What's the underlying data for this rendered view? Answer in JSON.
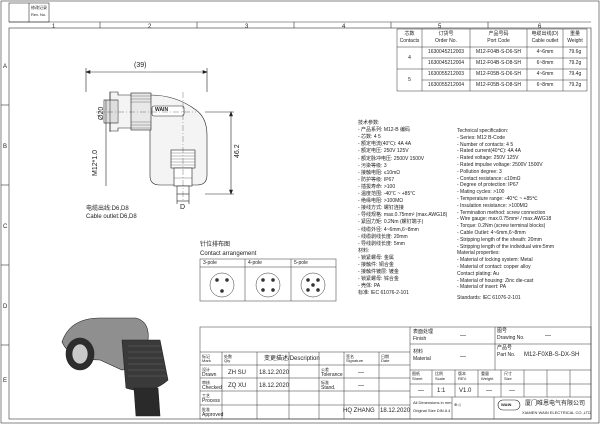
{
  "frame": {
    "top_ruler": [
      "1",
      "2",
      "3",
      "4",
      "5",
      "6"
    ],
    "side_ruler": [
      "A",
      "B",
      "C",
      "D",
      "E"
    ],
    "rev_label": "修改记录",
    "rev_label_en": "Rev. No."
  },
  "spec_table": {
    "headers": [
      {
        "cn": "芯数",
        "en": "Contacts"
      },
      {
        "cn": "订货号",
        "en": "Order No."
      },
      {
        "cn": "产品号码",
        "en": "Port Code"
      },
      {
        "cn": "电缆出线(D)",
        "en": "Cable outlet"
      },
      {
        "cn": "重量",
        "en": "Weight"
      }
    ],
    "groups": [
      {
        "contacts": "4",
        "rows": [
          {
            "order": "1630045212003",
            "code": "M12-F04B-S-D6-SH",
            "outlet": "4~6mm",
            "weight": "79.6g"
          },
          {
            "order": "1630045212004",
            "code": "M12-F04B-S-D8-SH",
            "outlet": "6~8mm",
            "weight": "79.2g"
          }
        ]
      },
      {
        "contacts": "5",
        "rows": [
          {
            "order": "1630055212003",
            "code": "M12-F05B-S-D6-SH",
            "outlet": "4~6mm",
            "weight": "79.4g"
          },
          {
            "order": "1630055212004",
            "code": "M12-F05B-S-D8-SH",
            "outlet": "6~8mm",
            "weight": "79.2g"
          }
        ]
      }
    ]
  },
  "drawing": {
    "dim_39": "(39)",
    "dim_20": "Ø20",
    "dim_thread": "M12*1.0",
    "dim_46": "46.2",
    "dim_d": "D",
    "outlet_cn": "电缆出线:D6,D8",
    "outlet_en": "Cable outlet:D6,D8",
    "logo_text": "WAIN"
  },
  "contact_arrangement": {
    "title_cn": "针位排布图",
    "title_en": "Contact arrangement",
    "poles": [
      "3-pole",
      "4-pole",
      "5-pole"
    ]
  },
  "spec_cn": [
    "技术参数:",
    "- 产品系列: M12-B 编码",
    "- 芯数:                    4        5",
    "- 额定电流(40℃):          4A       4A",
    "- 额定电压:            250V    125V",
    "- 额定脉冲电压:       2500V  1500V",
    "- 污染等级: 3",
    "- 接触电阻: ≤10mΩ",
    "- 防护等级: IP67",
    "- 插拔寿命: >100",
    "- 温度范围: -40℃ ~ +85℃",
    "- 绝缘电阻: >100MΩ",
    "- 接线方式: 螺钉连接",
    "- 导线规格: max.0.75mm² (max.AWG18)",
    "- 紧固力矩: 0.2Nm (螺钉端子)",
    "- 线缆外径: 4~6mm,6~8mm",
    "- 线缆剥线长度: 20mm",
    "- 导线剥线长度: 5mm",
    "材料:",
    "- 锁紧螺母: 金属",
    "- 接触件: 铜合金",
    "- 接触件镀层: 镀金",
    "- 锁紧螺母: 锌合金",
    "- 壳体: PA",
    "标准: IEC 61076-2-101"
  ],
  "spec_en": [
    "Technical specification:",
    "- Series: M12 B-Code",
    "- Number of contacts:          4          5",
    "- Rated current(40℃):        4A         4A",
    "- Rated voltage:             250V      125V",
    "- Rated impulse voltage:  2500V    1500V",
    "- Pollution degree: 3",
    "- Contact resistance: ≤10mΩ",
    "- Degree of protection: IP67",
    "- Mating cycles: >100",
    "- Temperature range: -40℃ ~ +85℃",
    "- Insulation resistance: >100MΩ",
    "- Termination method: screw connection",
    "- Wire gauge: max.0.75mm² / max.AWG18",
    "- Torque: 0.2Nm (screw terminal blocks)",
    "- Cable Outlet: 4~6mm,6~8mm",
    "- Stripping length of the sheath: 20mm",
    "- Stripping length of the individual wire:5mm",
    "Material properties:",
    "- Material of locking system: Metal",
    "- Material of contact: copper alloy",
    "  Contact plating: Au",
    "- Material of housing: Zinc die-cast",
    "- Material of insert: PA"
  ],
  "standards_en": "Standards: IEC 61076-2-101",
  "title_block": {
    "finish_cn": "表面处理",
    "finish_en": "Finish",
    "finish_val": "—",
    "material_cn": "材料",
    "material_en": "Material",
    "material_val": "—",
    "drawing_no_cn": "图号",
    "drawing_no_en": "Drawing No.",
    "drawing_no_val": "—",
    "part_no_cn": "产品号",
    "part_no_en": "Part No.",
    "part_no_val": "M12-F0XB-S-DX-SH",
    "mark_cn": "标记",
    "mark_en": "Mark",
    "qty_cn": "处数",
    "qty_en": "Qty",
    "desc_cn": "变更描述",
    "desc_en": "Description",
    "sign_cn": "签名",
    "sign_en": "Signature",
    "date_cn": "日期",
    "date_en": "Date",
    "tol_cn": "公差",
    "tol_en": "Tolerance",
    "tol_val": "—",
    "sheet_cn": "图纸",
    "sheet_en": "Sheet",
    "sheet_val": "—",
    "scale_cn": "比例",
    "scale_en": "Scale",
    "scale_val": "1:1",
    "rev_cn": "版本",
    "rev_en": "REV.",
    "rev_val": "V1.0",
    "weight_cn": "重量",
    "weight_en": "Weight",
    "weight_val": "—",
    "size_cn": "尺寸",
    "size_en": "Size",
    "size_val": "—",
    "drawn_cn": "设计",
    "drawn_en": "Drawn",
    "drawn_name": "ZH  SU",
    "drawn_date": "18.12.2020",
    "checked_cn": "审核",
    "checked_en": "Checked",
    "checked_name": "ZQ  XU",
    "checked_date": "18.12.2020",
    "stand_cn": "标准",
    "stand_en": "Stand.",
    "stand_val": "—",
    "process_cn": "工艺",
    "process_en": "Process",
    "approved_cn": "批准",
    "approved_en": "Approved",
    "approved_name": "HQ  ZHANG",
    "approved_date": "18.12.2020",
    "all_dim": "All Dimensions in mm",
    "orig_size": "Original Size DIN A 4",
    "company_cn": "厦门唯恩电气有限公司",
    "company_en": "XIAMEN WAIN ELECTRICAL CO.,LTD",
    "logo": "WAIN"
  }
}
